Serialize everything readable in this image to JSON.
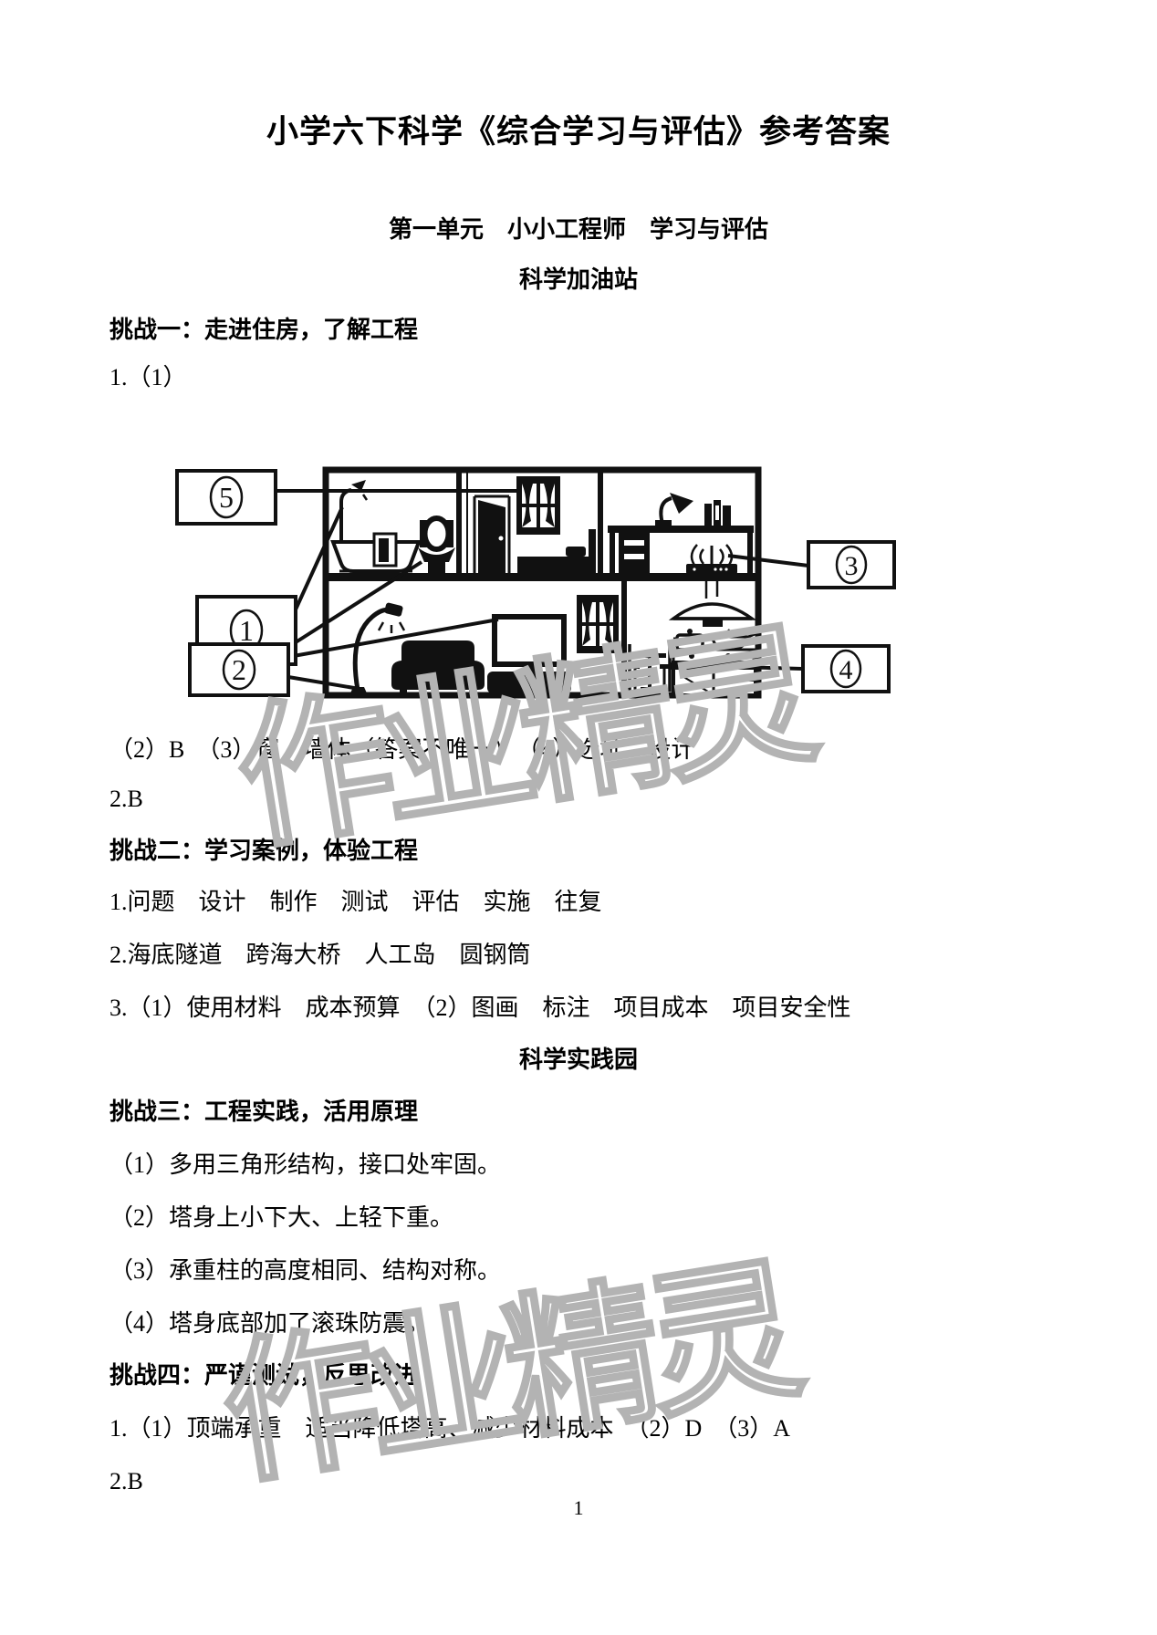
{
  "doc": {
    "title": "小学六下科学《综合学习与评估》参考答案",
    "unit_heading": "第一单元　小小工程师　学习与评估",
    "station1_heading": "科学加油站",
    "challenge1_heading": "挑战一：走进住房，了解工程",
    "q1_label": "1.（1）",
    "c1_ans_line": "（2）B　（3）窗　墙体（答案不唯一）　（4）选址　设计",
    "c1_ans_2": "2.B",
    "challenge2_heading": "挑战二：学习案例，体验工程",
    "c2_line1": "1.问题　设计　制作　测试　评估　实施　往复",
    "c2_line2": "2.海底隧道　跨海大桥　人工岛　圆钢筒",
    "c2_line3": "3.（1）使用材料　成本预算　（2）图画　标注　项目成本　项目安全性",
    "station2_heading": "科学实践园",
    "challenge3_heading": "挑战三：工程实践，活用原理",
    "c3_line1": "（1）多用三角形结构，接口处牢固。",
    "c3_line2": "（2）塔身上小下大、上轻下重。",
    "c3_line3": "（3）承重柱的高度相同、结构对称。",
    "c3_line4": "（4）塔身底部加了滚珠防震。",
    "challenge4_heading": "挑战四：严谨测试，反思改进",
    "c4_line1": "1.（1）顶端承重　适当降低塔高、减少材料成本　（2）D　（3）A",
    "c4_line2": "2.B",
    "page_number": "1"
  },
  "watermark": {
    "text": "作业精灵",
    "color": "#b3b3b3"
  },
  "diagram": {
    "type": "house-cross-section",
    "ink_color": "#111111",
    "digits": {
      "d1": "1",
      "d2": "2",
      "d3": "3",
      "d4": "4",
      "d5": "5"
    },
    "rooms": [
      "bathroom",
      "bedroom",
      "study",
      "living-room",
      "kitchen"
    ],
    "icons": [
      "shower",
      "bathtub",
      "towel",
      "toilet",
      "door",
      "curtain-window",
      "bed",
      "desk-lamp",
      "books",
      "desk",
      "wifi-router",
      "floor-lamp",
      "sofa",
      "tv",
      "tv-cabinet",
      "range-hood",
      "steam",
      "cooking-pot",
      "wok",
      "stove",
      "kitchen-counter",
      "dining-table",
      "chairs"
    ]
  }
}
